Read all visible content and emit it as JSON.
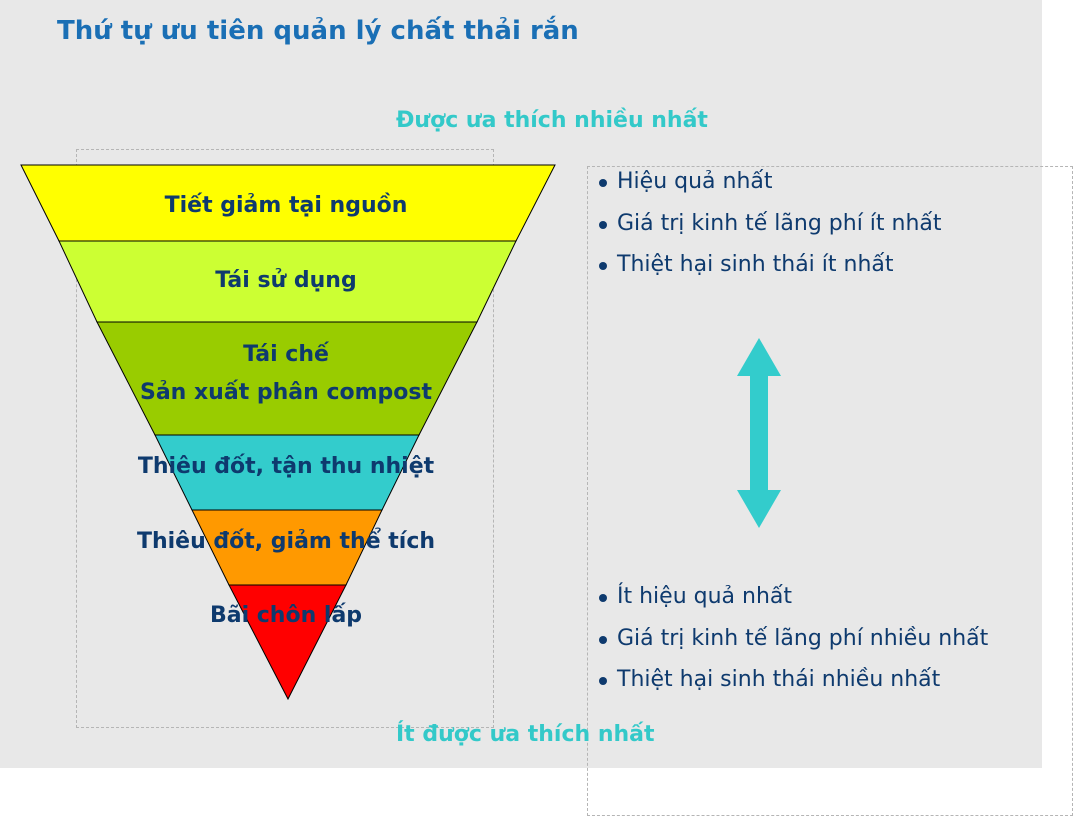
{
  "title": "Thứ tự ưu tiên quản lý chất thải rắn",
  "preference": {
    "top": "Được ưa thích nhiều nhất",
    "bottom": "Ít được ưa thích nhất"
  },
  "hierarchy": [
    {
      "label": "Tiết giảm tại nguồn",
      "color": "#ffff00"
    },
    {
      "label": "Tái sử dụng",
      "color": "#ccff33"
    },
    {
      "label": "Tái chế",
      "label2": "Sản xuất phân compost",
      "color": "#99cc00"
    },
    {
      "label": "Thiêu đốt, tận thu nhiệt",
      "color": "#33cccc"
    },
    {
      "label": "Thiêu đốt, giảm thể tích",
      "color": "#ff9900"
    },
    {
      "label": "Bãi chôn lấp",
      "color": "#ff0000"
    }
  ],
  "most_preferred_traits": [
    "Hiệu quả nhất",
    "Giá trị kinh tế lãng phí ít nhất",
    "Thiệt hại sinh thái ít nhất"
  ],
  "least_preferred_traits": [
    "Ít hiệu quả nhất",
    "Giá trị kinh tế lãng phí nhiều nhất",
    "Thiệt hại sinh thái nhiều nhất"
  ],
  "colors": {
    "background": "#e8e8e8",
    "title": "#1a6fb5",
    "accent": "#33c9c9",
    "text": "#0e3a6e"
  },
  "icons": {
    "double_arrow": "double-headed-vertical-arrow-icon"
  }
}
